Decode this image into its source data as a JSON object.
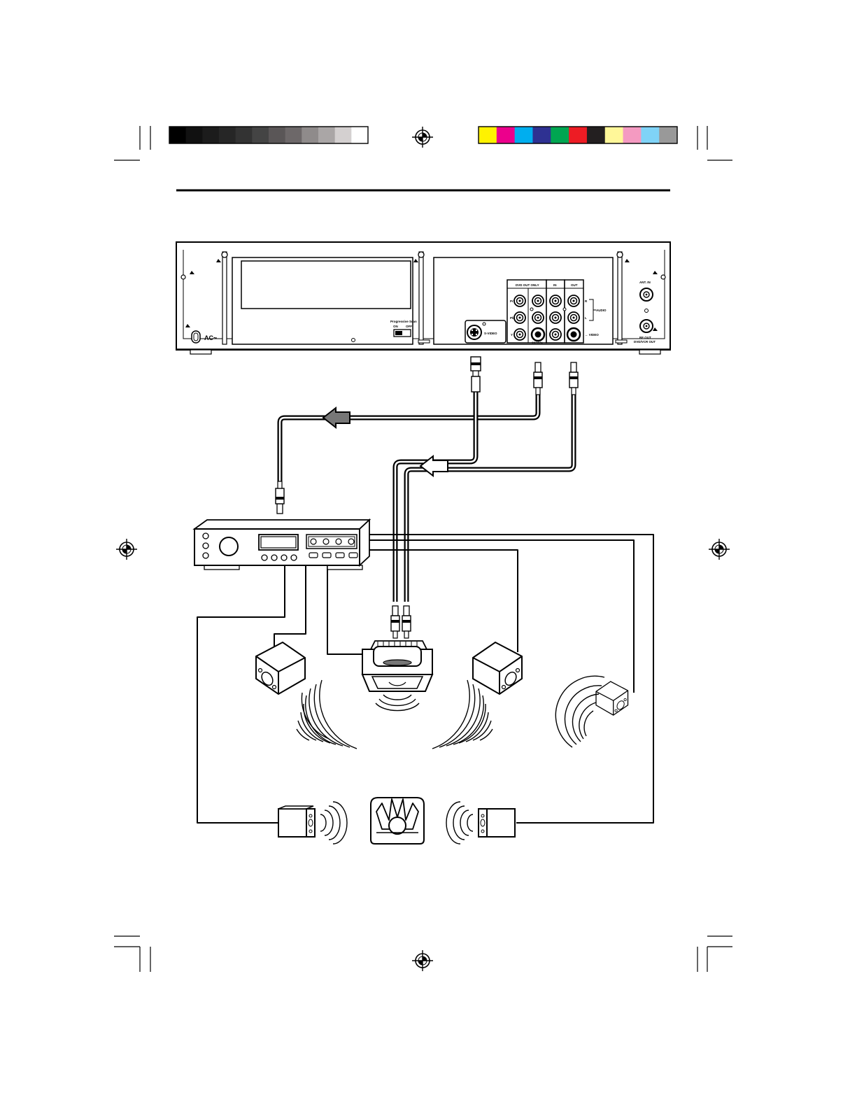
{
  "color_bar": {
    "grayscale": [
      "#000000",
      "#111111",
      "#1c1c1c",
      "#262626",
      "#333333",
      "#444444",
      "#5a5657",
      "#6d6869",
      "#8f8b8b",
      "#aaa6a6",
      "#d4d0d0",
      "#ffffff"
    ],
    "process": [
      "#fff200",
      "#ec008c",
      "#00aeef",
      "#2e3192",
      "#00a651",
      "#ed1c24",
      "#231f20",
      "#fff799",
      "#f49ac1",
      "#7fd3f7",
      "#999999"
    ]
  },
  "labels": {
    "progressive_scan": "Progressive Scan",
    "on": "ON",
    "off": "OFF",
    "ac": "AC~",
    "s_video": "S-VIDEO",
    "dvd_out_only": "DVD OUT ONLY",
    "in": "IN",
    "out": "OUT",
    "pr": "Pr",
    "pb": "Pb",
    "y": "Y",
    "r": "R",
    "l": "L",
    "audio": "AUDIO",
    "video": "← VIDEO",
    "coaxial": "COAXIAL",
    "ant_in": "ANT. IN",
    "rf_out": "RF OUT",
    "dvd_vcr_out": "DVD/VCR OUT"
  }
}
